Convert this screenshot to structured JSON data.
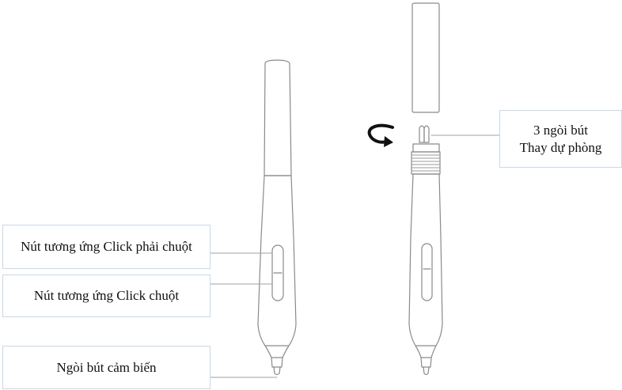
{
  "labels": {
    "right_click_button": "Nút tương ứng Click phải chuột",
    "click_button": "Nút tương ứng Click chuột",
    "sensor_tip": "Ngòi bút cảm biến",
    "spare_nibs_line1": "3 ngòi bút",
    "spare_nibs_line2": "Thay dự phòng"
  }
}
